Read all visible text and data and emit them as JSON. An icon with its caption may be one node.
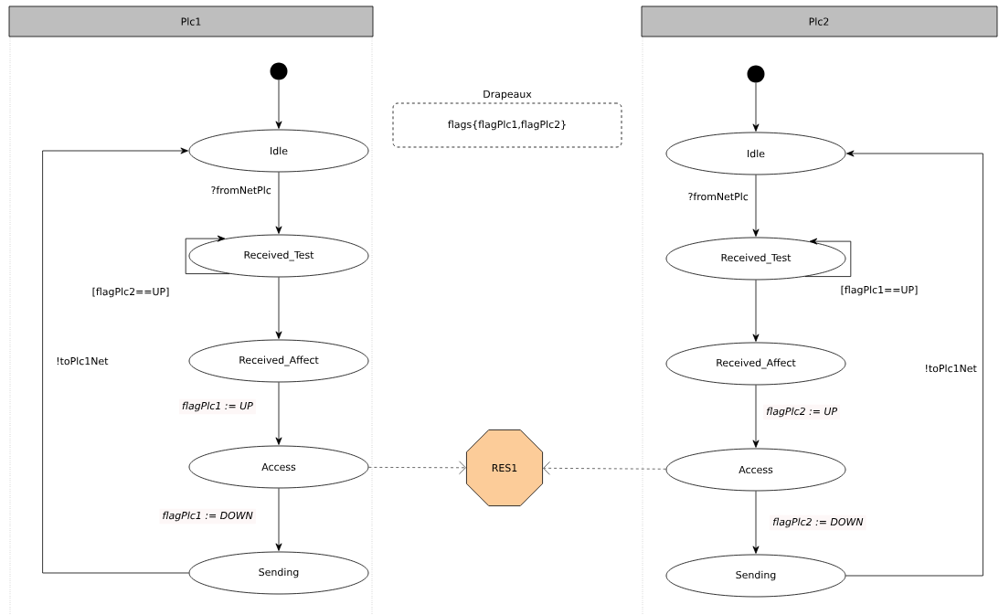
{
  "diagram": {
    "nodes": [
      {
        "text": [
          "Plc1"
        ]
      },
      {
        "text": [],
        "shape": "circle",
        "in": 0
      },
      {
        "text": [
          "Idle"
        ],
        "in": 0
      },
      {
        "text": [
          "Received_Test"
        ],
        "in": 0
      },
      {
        "text": [
          "Received_Affect"
        ],
        "in": 0
      },
      {
        "text": [
          "Access"
        ],
        "in": 0
      },
      {
        "text": [
          "Sending"
        ],
        "in": 0
      },
      {
        "text": [
          "Drapeaux",
          "flags{flagPlc1,flagPlc2}"
        ]
      },
      {
        "text": [
          "RES1"
        ]
      },
      {
        "text": [
          "Plc2"
        ]
      },
      {
        "text": [],
        "shape": "circle",
        "in": 9
      },
      {
        "text": [
          "Idle"
        ],
        "in": 9
      },
      {
        "text": [
          "Received_Test"
        ],
        "in": 9
      },
      {
        "text": [
          "Received_Affect"
        ],
        "in": 9
      },
      {
        "text": [
          "Access"
        ],
        "in": 9
      },
      {
        "text": [
          "Sending"
        ],
        "in": 9
      }
    ],
    "edges": [
      {
        "from": 1,
        "to": 2,
        "arrow": "to"
      },
      {
        "from": 2,
        "to": 3,
        "arrow": "to",
        "label": "?fromNetPlc"
      },
      {
        "from": 3,
        "to": 3,
        "arrow": "to",
        "label": "[flagPlc2==UP]"
      },
      {
        "from": 3,
        "to": 4,
        "arrow": "to"
      },
      {
        "from": 4,
        "to": 5,
        "arrow": "to",
        "label": "flagPlc1 := UP"
      },
      {
        "from": 5,
        "to": 6,
        "arrow": "to",
        "label": "flagPlc1 := DOWN"
      },
      {
        "from": 6,
        "to": 2,
        "arrow": "to",
        "label": "!toPlc1Net"
      },
      {
        "from": 5,
        "to": 8,
        "arrow": "to",
        "style": "dashed"
      },
      {
        "from": 10,
        "to": 11,
        "arrow": "to"
      },
      {
        "from": 11,
        "to": 12,
        "arrow": "to",
        "label": "?fromNetPlc"
      },
      {
        "from": 12,
        "to": 12,
        "arrow": "to",
        "label": "[flagPlc1==UP]"
      },
      {
        "from": 12,
        "to": 13,
        "arrow": "to"
      },
      {
        "from": 13,
        "to": 14,
        "arrow": "to",
        "label": "flagPlc2 := UP"
      },
      {
        "from": 14,
        "to": 15,
        "arrow": "to",
        "label": "flagPlc2 := DOWN"
      },
      {
        "from": 15,
        "to": 11,
        "arrow": "to",
        "label": "!toPlc1Net"
      },
      {
        "from": 14,
        "to": 8,
        "arrow": "to",
        "style": "dashed"
      }
    ]
  }
}
